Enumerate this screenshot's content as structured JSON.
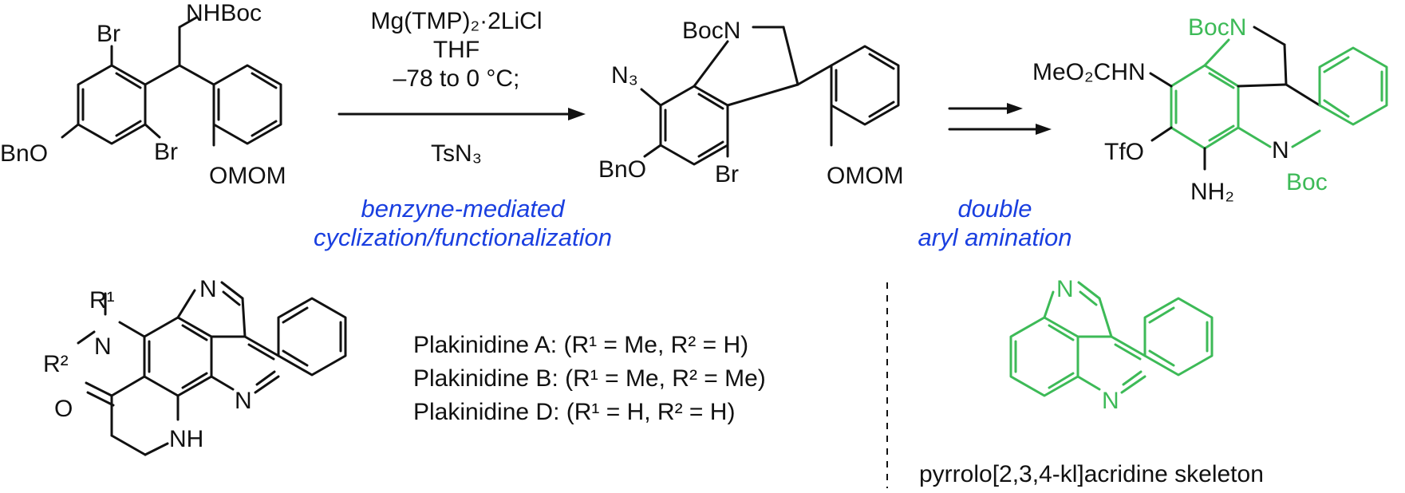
{
  "colors": {
    "ink": "#111111",
    "highlight": "#3dba57",
    "caption": "#1a3fe0"
  },
  "reaction": {
    "reagent1": "Mg(TMP)₂·2LiCl",
    "solvent": "THF",
    "temperature": "–78 to 0 °C;",
    "reagent2": "TsN₃",
    "caption1_line1": "benzyne-mediated",
    "caption1_line2": "cyclization/functionalization",
    "caption2_line1": "double",
    "caption2_line2": "aryl amination"
  },
  "sm": {
    "nhboc": "NHBoc",
    "br_top": "Br",
    "br_bot": "Br",
    "obn": "BnO",
    "omom": "OMOM"
  },
  "int": {
    "bocn": "BocN",
    "n3": "N₃",
    "obn": "BnO",
    "br": "Br",
    "omom": "OMOM"
  },
  "prod": {
    "bocn": "BocN",
    "carbamate": "MeO₂CHN",
    "otf": "TfO",
    "nh2": "NH₂",
    "n": "N",
    "boc": "Boc"
  },
  "plak": {
    "r1": "R¹",
    "n_amine": "N",
    "r2": "R²",
    "n_pyrrole": "N",
    "o": "O",
    "n_acr": "N",
    "nh": "NH",
    "list": [
      "Plakinidine A: (R¹ = Me, R² = H)",
      "Plakinidine B: (R¹ = Me, R² = Me)",
      "Plakinidine D: (R¹ = H, R² = H)"
    ]
  },
  "skeleton": {
    "n_pyrrole": "N",
    "n_acr": "N",
    "caption": "pyrrolo[2,3,4-kl]acridine skeleton"
  }
}
